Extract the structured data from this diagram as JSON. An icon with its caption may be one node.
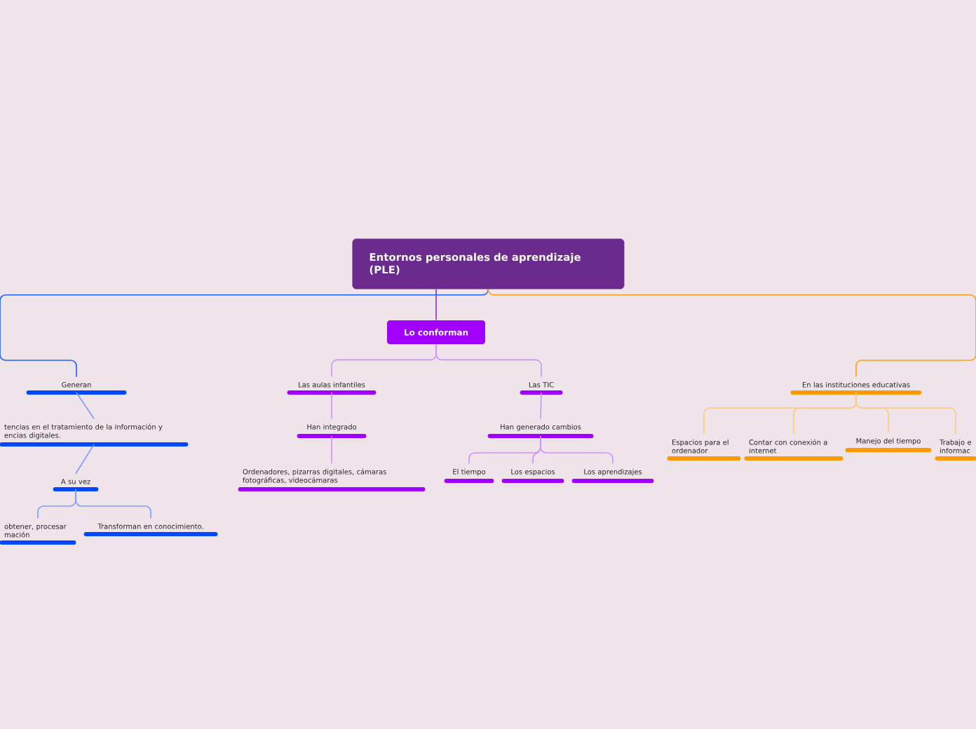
{
  "diagram": {
    "nodes": [
      {
        "text": [
          "Entornos personales de aprendizaje (PLE)"
        ]
      },
      {
        "text": [
          "Lo conforman"
        ]
      },
      {
        "text": [
          "Generan"
        ]
      },
      {
        "text": [
          "tencias en el tratamiento de la información y encias digitales."
        ]
      },
      {
        "text": [
          "A su vez"
        ]
      },
      {
        "text": [
          "obtener, procesar mación"
        ]
      },
      {
        "text": [
          "Transforman en conocimiento."
        ]
      },
      {
        "text": [
          "Las aulas infantiles"
        ]
      },
      {
        "text": [
          "Han integrado"
        ]
      },
      {
        "text": [
          "Ordenadores, pizarras digitales, cámaras fotográficas, videocámaras"
        ]
      },
      {
        "text": [
          "Las TIC"
        ]
      },
      {
        "text": [
          "Han generado cambios"
        ]
      },
      {
        "text": [
          "El tiempo"
        ]
      },
      {
        "text": [
          "Los espacios"
        ]
      },
      {
        "text": [
          "Los aprendizajes"
        ]
      },
      {
        "text": [
          "En las instituciones educativas"
        ]
      },
      {
        "text": [
          "Espacios para el ordenador"
        ]
      },
      {
        "text": [
          "Contar con conexión a internet"
        ]
      },
      {
        "text": [
          "Manejo del tiempo"
        ]
      },
      {
        "text": [
          "Trabajo e informac"
        ]
      }
    ],
    "edges": [
      {
        "from": 0,
        "to": 1,
        "arrow": "none",
        "color": "#8e2bd0"
      },
      {
        "from": 0,
        "to": 2,
        "arrow": "none",
        "color": "#1f5fff"
      },
      {
        "from": 0,
        "to": 15,
        "arrow": "none",
        "color": "#ff9d1a"
      },
      {
        "from": 1,
        "to": 7,
        "arrow": "none"
      },
      {
        "from": 1,
        "to": 10,
        "arrow": "none"
      },
      {
        "from": 2,
        "to": 3,
        "arrow": "none",
        "color": "#7d9cff"
      },
      {
        "from": 3,
        "to": 4,
        "arrow": "none",
        "color": "#7d9cff"
      },
      {
        "from": 4,
        "to": 5,
        "arrow": "none",
        "color": "#7d9cff"
      },
      {
        "from": 4,
        "to": 6,
        "arrow": "none",
        "color": "#7d9cff"
      },
      {
        "from": 7,
        "to": 8,
        "arrow": "none"
      },
      {
        "from": 8,
        "to": 9,
        "arrow": "none"
      },
      {
        "from": 10,
        "to": 11,
        "arrow": "none"
      },
      {
        "from": 11,
        "to": 12,
        "arrow": "none"
      },
      {
        "from": 11,
        "to": 13,
        "arrow": "none"
      },
      {
        "from": 11,
        "to": 14,
        "arrow": "none"
      },
      {
        "from": 15,
        "to": 16,
        "arrow": "none",
        "color": "#ffc77f"
      },
      {
        "from": 15,
        "to": 17,
        "arrow": "none",
        "color": "#ffc77f"
      },
      {
        "from": 15,
        "to": 18,
        "arrow": "none",
        "color": "#ffc77f"
      },
      {
        "from": 15,
        "to": 19,
        "arrow": "none",
        "color": "#ffc77f"
      }
    ]
  }
}
